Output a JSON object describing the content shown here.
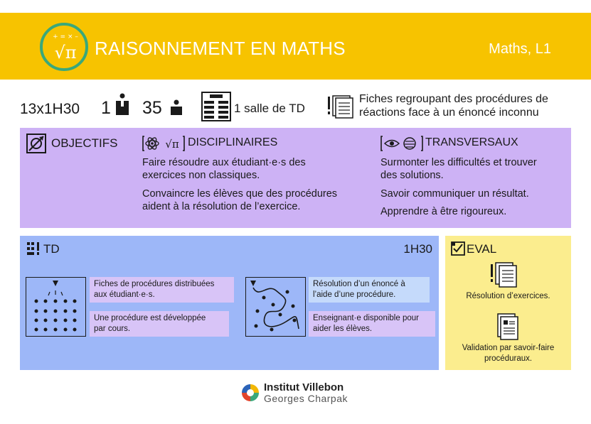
{
  "header": {
    "title": "RAISONNEMENT EN MATHS",
    "subject": "Maths, L1",
    "logo_symbols": "+ = × –",
    "logo_root": "√π"
  },
  "info": {
    "sessions": "13x1H30",
    "teachers": "1",
    "students": "35",
    "room": "1 salle de TD",
    "materials_line1": "Fiches regroupant des procédures de",
    "materials_line2": "réactions face à un énoncé inconnu"
  },
  "objectives": {
    "label": "OBJECTIFS",
    "disciplinary": {
      "label": "DISCIPLINAIRES",
      "icon_text": "√π",
      "items": [
        {
          "line1": "Faire résoudre aux étudiant·e·s des",
          "line2": "exercices non classiques."
        },
        {
          "line1": "Convaincre les élèves que des procédures",
          "line2": "aident à la résolution de l’exercice."
        }
      ]
    },
    "transversal": {
      "label": "TRANSVERSAUX",
      "items": [
        {
          "line1": "Surmonter les difficultés et trouver",
          "line2": "des solutions."
        },
        {
          "line1": "Savoir communiquer un résultat."
        },
        {
          "line1": "Apprendre à être rigoureux."
        }
      ]
    }
  },
  "td": {
    "label": "TD",
    "duration": "1H30",
    "cards": [
      {
        "line1": "Fiches de procédures distribuées",
        "line2": "aux étudiant·e·s."
      },
      {
        "line1": "Une procédure est développée",
        "line2": "par cours."
      },
      {
        "line1": "Résolution d’un énoncé à",
        "line2": "l’aide d’une procédure."
      },
      {
        "line1": "Enseignant·e disponible pour",
        "line2": "aider les élèves."
      }
    ]
  },
  "eval": {
    "label": "EVAL",
    "items": [
      {
        "line1": "Résolution d’exercices."
      },
      {
        "line1": "Validation par savoir-faire",
        "line2": "procéduraux."
      }
    ]
  },
  "footer": {
    "line1": "Institut Villebon",
    "line2": "Georges Charpak"
  },
  "colors": {
    "header": "#f7c300",
    "logo_ring": "#3aa87a",
    "objectives_bg": "#cdb2f5",
    "td_bg": "#9db7f8",
    "eval_bg": "#fbed8e",
    "card_violet": "#d8c4f7",
    "card_light": "#c5dafb"
  }
}
